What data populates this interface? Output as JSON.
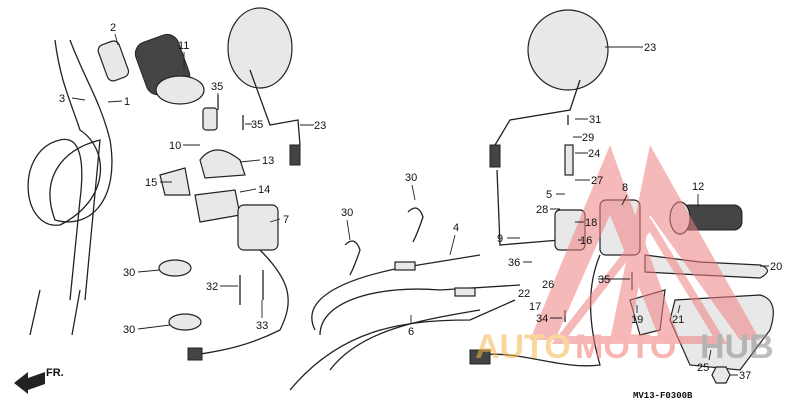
{
  "diagram": {
    "code": "MV13-F0300B",
    "direction_label": "FR.",
    "callouts": [
      "2",
      "11",
      "23",
      "3",
      "1",
      "35",
      "35",
      "23",
      "31",
      "29",
      "24",
      "10",
      "13",
      "27",
      "30",
      "8",
      "12",
      "15",
      "14",
      "5",
      "28",
      "18",
      "30",
      "7",
      "4",
      "9",
      "16",
      "36",
      "20",
      "30",
      "35",
      "32",
      "26",
      "22",
      "17",
      "6",
      "33",
      "30",
      "34",
      "19",
      "21",
      "25",
      "37"
    ]
  },
  "watermark": {
    "part1": "AUTO",
    "part2": "MOTO",
    "part3": "HUB",
    "colors": {
      "auto": "#f5b54a",
      "moto": "#f07a70",
      "hub": "#8a8a8a",
      "triangle": "#f08080"
    }
  }
}
